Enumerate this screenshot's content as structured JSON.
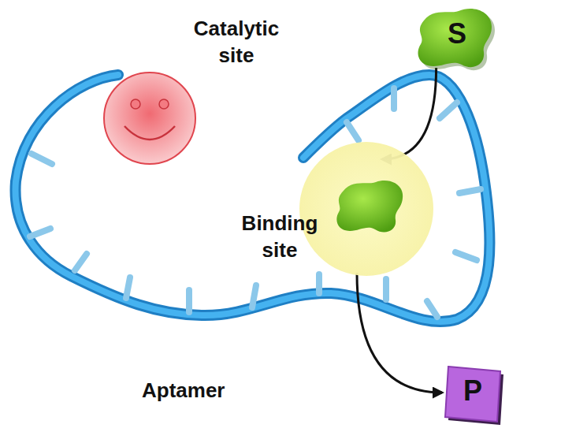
{
  "diagram": {
    "nodes": [
      {
        "text": [
          "Catalytic site"
        ]
      },
      {
        "text": [
          "S"
        ]
      },
      {
        "text": [
          "Binding site"
        ]
      },
      {
        "text": [
          "P"
        ]
      }
    ],
    "edges": [
      {
        "from": 1,
        "to": 2,
        "arrow": "to"
      },
      {
        "from": 2,
        "to": 3,
        "arrow": "to"
      }
    ],
    "labels": [
      "Aptamer"
    ]
  }
}
